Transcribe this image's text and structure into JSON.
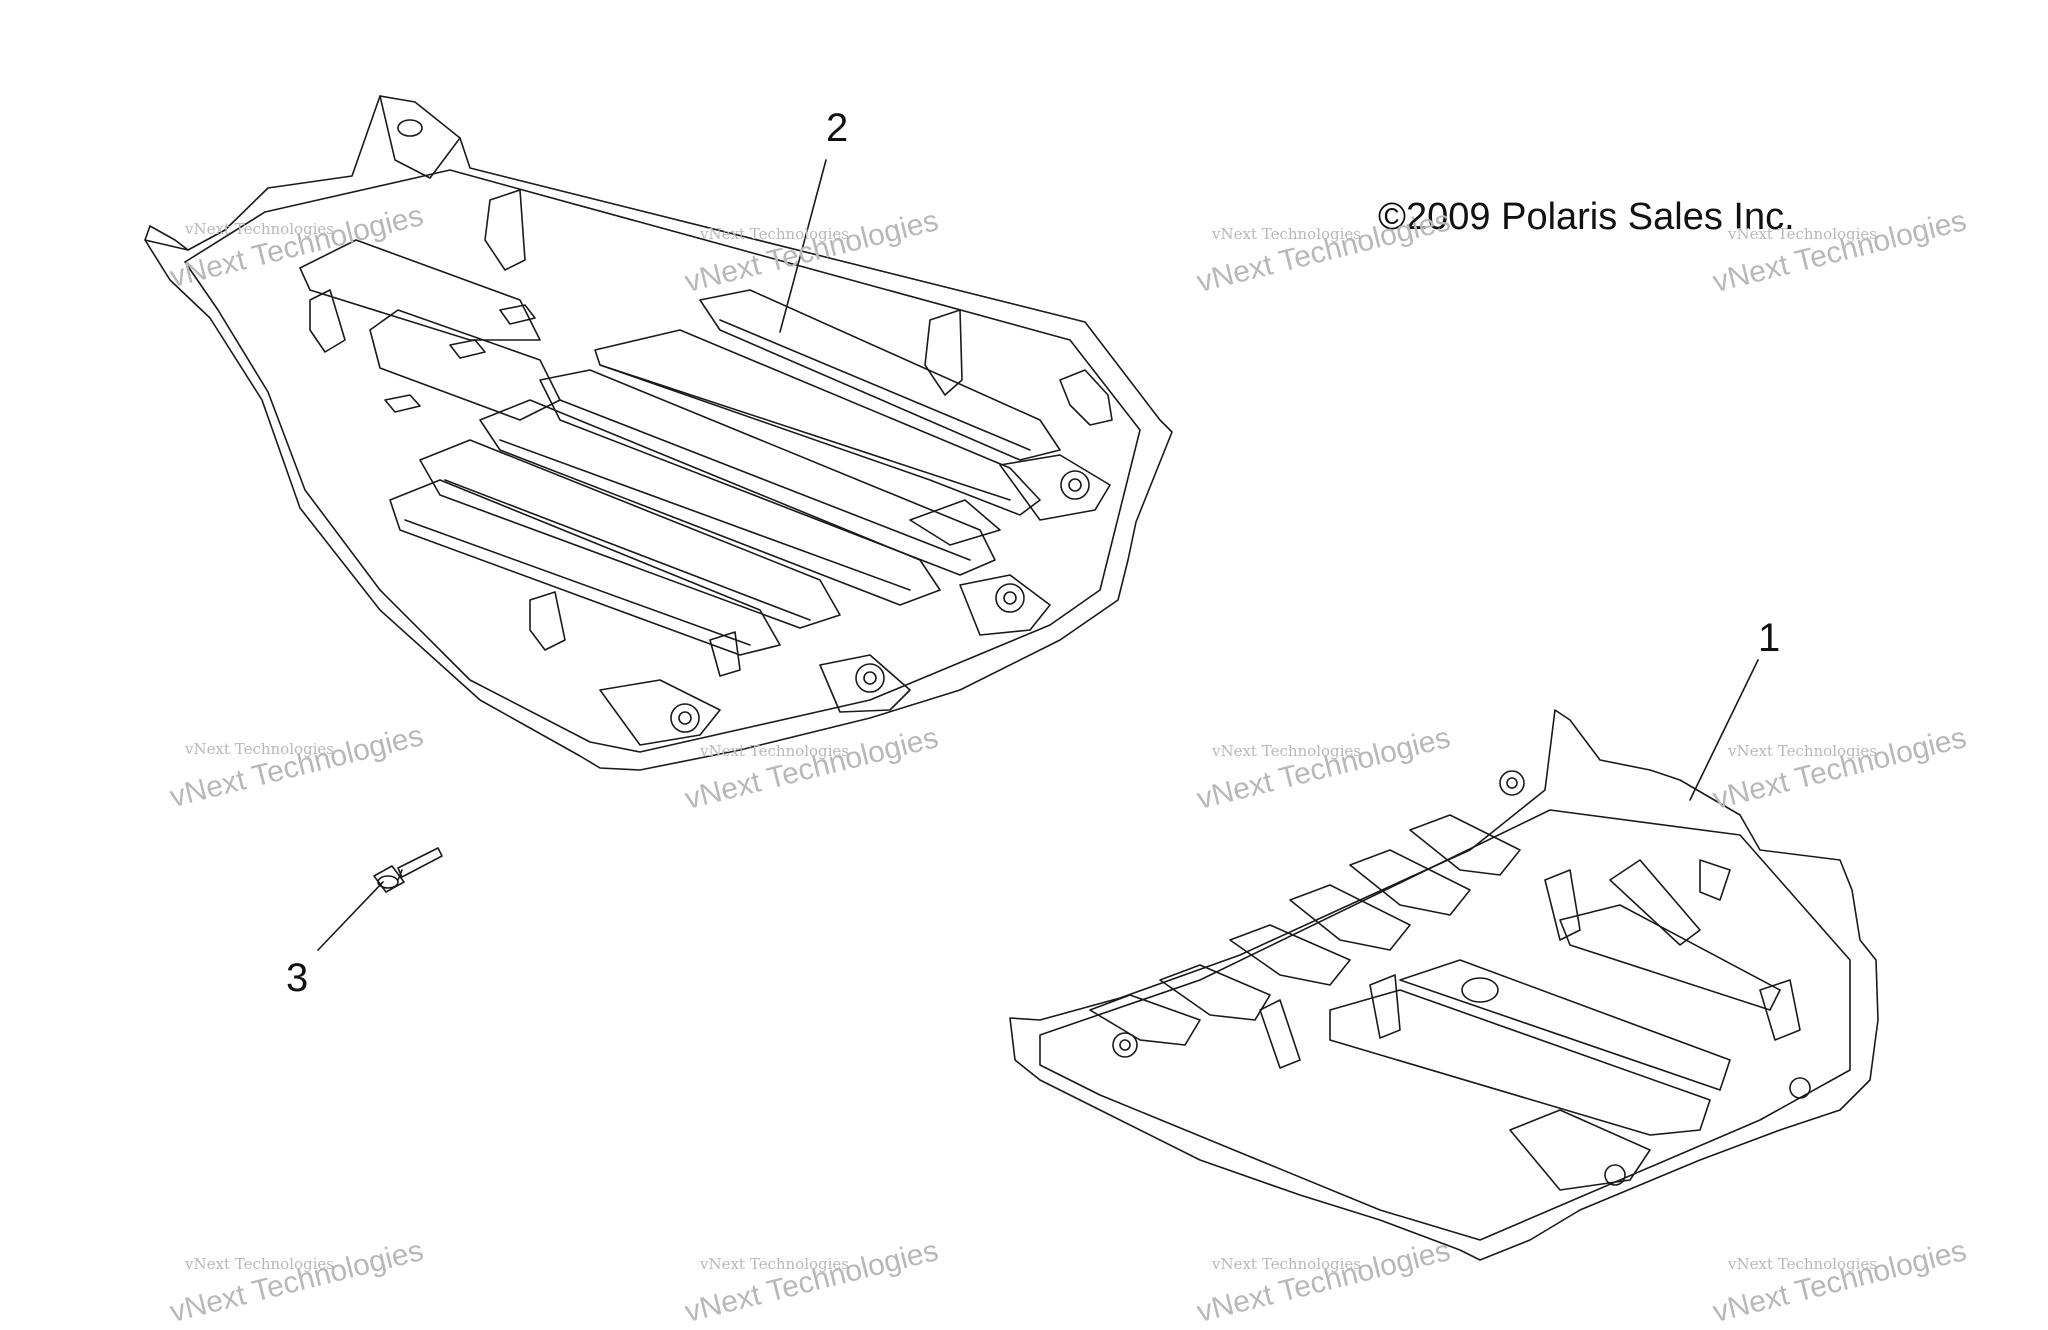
{
  "diagram": {
    "callouts": [
      {
        "id": "1",
        "label": "1"
      },
      {
        "id": "2",
        "label": "2"
      },
      {
        "id": "3",
        "label": "3"
      }
    ],
    "copyright": "©2009 Polaris Sales Inc.",
    "watermark": {
      "line1": "vNext Technologies",
      "line2": "vNext Technologies"
    }
  }
}
